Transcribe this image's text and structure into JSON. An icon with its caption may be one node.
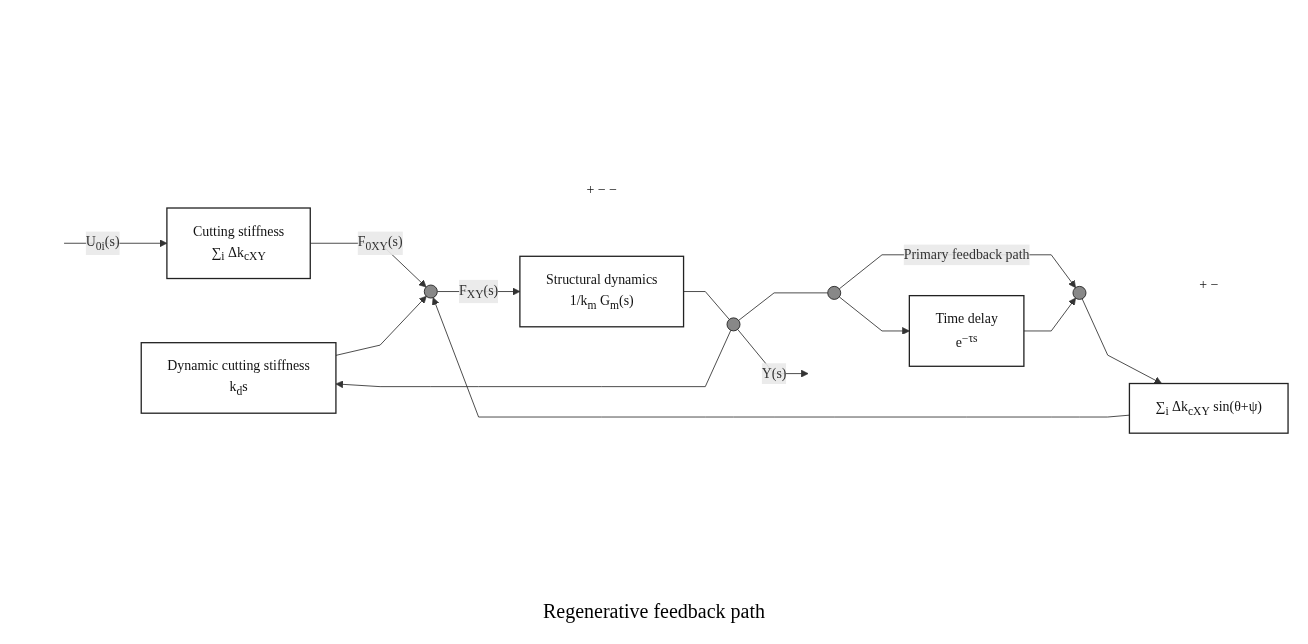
{
  "diagram": {
    "nodes": [
      {
        "text": [
          "Dynamic cutting stiffness",
          "k$_{d}$s"
        ]
      },
      {
        "text": [
          "Cutting stiffness",
          "∑$_{i}$ Δk$_{cXY}$"
        ]
      },
      {
        "text": [],
        "shape": "circle",
        "beside": [
          "+",
          "−",
          "−"
        ]
      },
      {
        "text": [
          "Structural dynamics",
          "1/k$_{m}$ G$_{m}$(s)"
        ]
      },
      {
        "text": [],
        "shape": "circle"
      },
      {
        "text": [
          "∑$_{i}$ Δk$_{cXY}$ sin(θ+ψ)"
        ]
      },
      {
        "text": [],
        "shape": "circle",
        "beside": [
          "+",
          "−"
        ]
      },
      {
        "text": [],
        "shape": "circle"
      },
      {
        "text": [
          "Time delay",
          "e$^{−τs}$"
        ]
      }
    ],
    "edges": [
      {
        "from": null,
        "to": 1,
        "arrow": "to",
        "label": "U$_{0i}$(s)"
      },
      {
        "from": 1,
        "to": 2,
        "arrow": "to",
        "label": "F$_{0XY}$(s)"
      },
      {
        "from": 2,
        "to": 3,
        "arrow": "to",
        "label": "F$_{XY}$(s)"
      },
      {
        "from": 3,
        "to": 4,
        "arrow": "none"
      },
      {
        "from": 4,
        "to": null,
        "arrow": "to",
        "label": "Y(s)"
      },
      {
        "from": 4,
        "to": 0,
        "arrow": "to"
      },
      {
        "from": 0,
        "to": 2,
        "arrow": "to"
      },
      {
        "from": 4,
        "to": 7,
        "arrow": "none"
      },
      {
        "from": 7,
        "to": 6,
        "arrow": "to",
        "label": "Primary feedback path"
      },
      {
        "from": 7,
        "to": 8,
        "arrow": "to"
      },
      {
        "from": 8,
        "to": 6,
        "arrow": "to"
      },
      {
        "from": 6,
        "to": 5,
        "arrow": "to"
      },
      {
        "from": 5,
        "to": 2,
        "arrow": "to"
      }
    ],
    "labels": [
      "Regenerative feedback path"
    ]
  }
}
